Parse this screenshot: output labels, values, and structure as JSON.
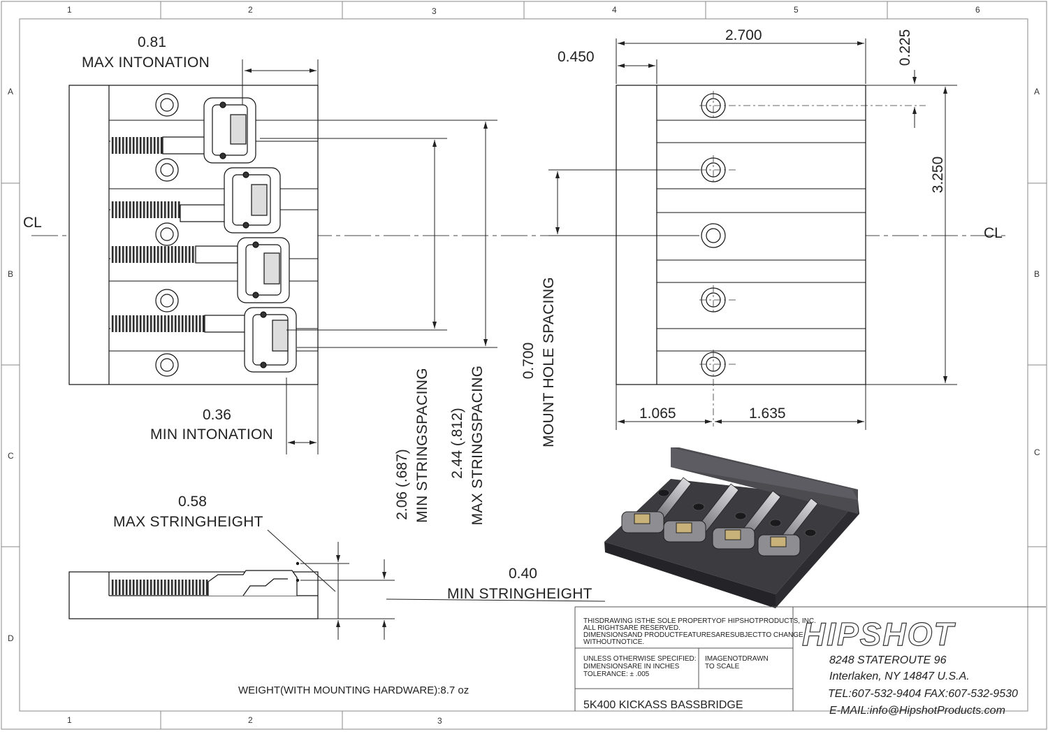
{
  "zones": {
    "columns_top": [
      "1",
      "2",
      "3",
      "4",
      "5",
      "6"
    ],
    "columns_bottom": [
      "1",
      "2",
      "3"
    ],
    "rows": [
      "A",
      "B",
      "C",
      "D"
    ]
  },
  "centerline_symbol": "CL",
  "top_view": {
    "max_intonation_value": "0.81",
    "max_intonation_label": "MAX INTONATION",
    "min_intonation_value": "0.36",
    "min_intonation_label": "MIN INTONATION",
    "min_string_spacing_value": "2.06 (.687)",
    "min_string_spacing_label": "MIN STRINGSPACING",
    "max_string_spacing_value": "2.44 (.812)",
    "max_string_spacing_label": "MAX STRINGSPACING"
  },
  "bottom_view": {
    "width": "2.700",
    "flange": "0.450",
    "hole_offset": "0.225",
    "length": "3.250",
    "hole_spacing_value": "0.700",
    "hole_spacing_label": "MOUNT HOLE SPACING",
    "left_to_holes": "1.065",
    "holes_to_right": "1.635"
  },
  "side_view": {
    "max_height_value": "0.58",
    "max_height_label": "MAX STRINGHEIGHT",
    "min_height_value": "0.40",
    "min_height_label": "MIN STRINGHEIGHT"
  },
  "weight": "WEIGHT(WITH MOUNTING HARDWARE):8.7 oz",
  "title_block": {
    "notice_lines": [
      "THISDRAWING  ISTHE SOLE PROPERTYOF HIPSHOTPRODUCTS,  INC.",
      "ALL RIGHTSARE  RESERVED.",
      "DIMENSIONSAND  PRODUCTFEATURESARESUBJECTTO  CHANGE",
      "WITHOUTNOTICE."
    ],
    "spec_lines": [
      "UNLESS OTHERWISE SPECIFIED:",
      "DIMENSIONSARE  IN INCHES",
      "TOLERANCE:  ± .005"
    ],
    "scale_lines": [
      "IMAGENOTDRAWN",
      "TO SCALE"
    ],
    "part_name": "5K400  KICKASS BASSBRIDGE",
    "logo_text": "HIPSHOT",
    "address": [
      "8248  STATEROUTE 96",
      "Interlaken,  NY 14847 U.S.A.",
      "TEL:607-532-9404 FAX:607-532-9530",
      "E-MAIL:info@HipshotProducts.com"
    ]
  }
}
